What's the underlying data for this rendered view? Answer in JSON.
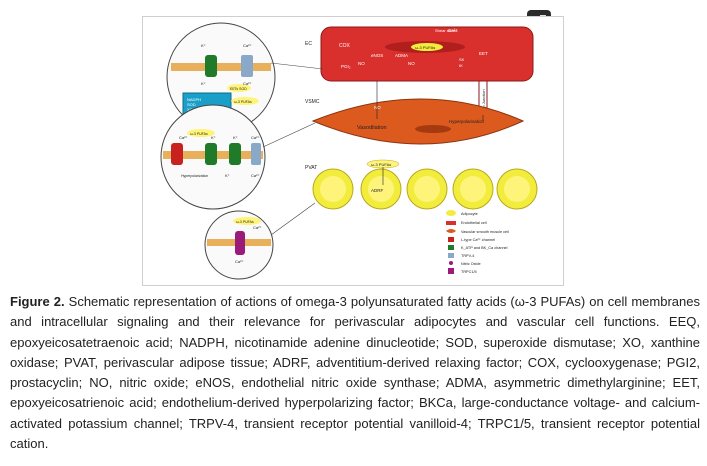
{
  "toolbar": {
    "expand_icon": "expand-icon"
  },
  "figure": {
    "labels": {
      "ec": "EC",
      "vsmc": "VSMC",
      "pvat": "PVAT",
      "shear_stress": "Shear stress",
      "cox": "COX",
      "adma": "ADMA",
      "enos": "eNOS",
      "pgi2": "PGI₂",
      "no": "NO",
      "no2": "NO",
      "no3": "NO",
      "ca": "Ca²⁺",
      "eet": "EET",
      "sk": "SK",
      "ik": "IK",
      "omega_ec": "ω-3 PUFAs",
      "omega_pvat": "ω-3 PUFAs",
      "vasodilation": "Vasodilation",
      "hyperpolarisation": "Hyperpolarisation",
      "gap_junction": "Gap Junction",
      "adrf": "ADRF",
      "k1": "K⁺",
      "k2": "K⁺",
      "ca1": "Ca²⁺",
      "ca2": "Ca²⁺",
      "eetbox": "EETs SOD",
      "nadph": "NADPH",
      "sod": "SOD",
      "xo": "XO",
      "omega_c1": "ω-3 PUFAs",
      "omega_c2": "ω-3 PUFAs",
      "omega_c3": "ω-3 PUFAs",
      "k3": "K⁺",
      "k4": "K⁺",
      "k5": "K⁺",
      "ca3": "Ca²⁺",
      "ca4": "Ca²⁺",
      "ca5": "Ca²⁺",
      "hyperpol_small": "Hyperpolarization",
      "ca6": "Ca²⁺",
      "ca7": "Ca²⁺"
    },
    "legend": [
      "Adipocyte",
      "Endothelial cell",
      "Vascular smooth muscle cell",
      "L-type Ca²⁺ channel",
      "K_ATP and BK_Ca channel",
      "TRPV-4",
      "Nitric Oxide",
      "TRPC1/5"
    ],
    "colors": {
      "endothelial": "#d9302e",
      "smooth_muscle": "#dc5a1e",
      "adipocyte": "#f2ec3c",
      "channel_green": "#1f7a2a",
      "channel_red": "#c8221e",
      "trpv4": "#8aa9c9",
      "trpc": "#9a1b7a",
      "membrane": "#e8b05a"
    }
  },
  "caption": {
    "label": "Figure 2.",
    "text": " Schematic representation of actions of omega-3 polyunsaturated fatty acids (ω-3 PUFAs) on cell membranes and intracellular signaling and their relevance for perivascular adipocytes and vascular cell functions. EEQ, epoxyeicosatetraenoic acid; NADPH, nicotinamide adenine dinucleotide; SOD, superoxide dismutase; XO, xanthine oxidase; PVAT, perivascular adipose tissue; ADRF, adventitium-derived relaxing factor; COX, cyclooxygenase; PGI2, prostacyclin; NO, nitric oxide; eNOS, endothelial nitric oxide synthase; ADMA, asymmetric dimethylarginine; EET, epoxyeicosatrienoic acid; endothelium-derived hyperpolarizing factor; BKCa, large-conductance voltage- and calcium-activated potassium channel; TRPV-4, transient receptor potential vanilloid-4; TRPC1/5, transient receptor potential cation."
  }
}
